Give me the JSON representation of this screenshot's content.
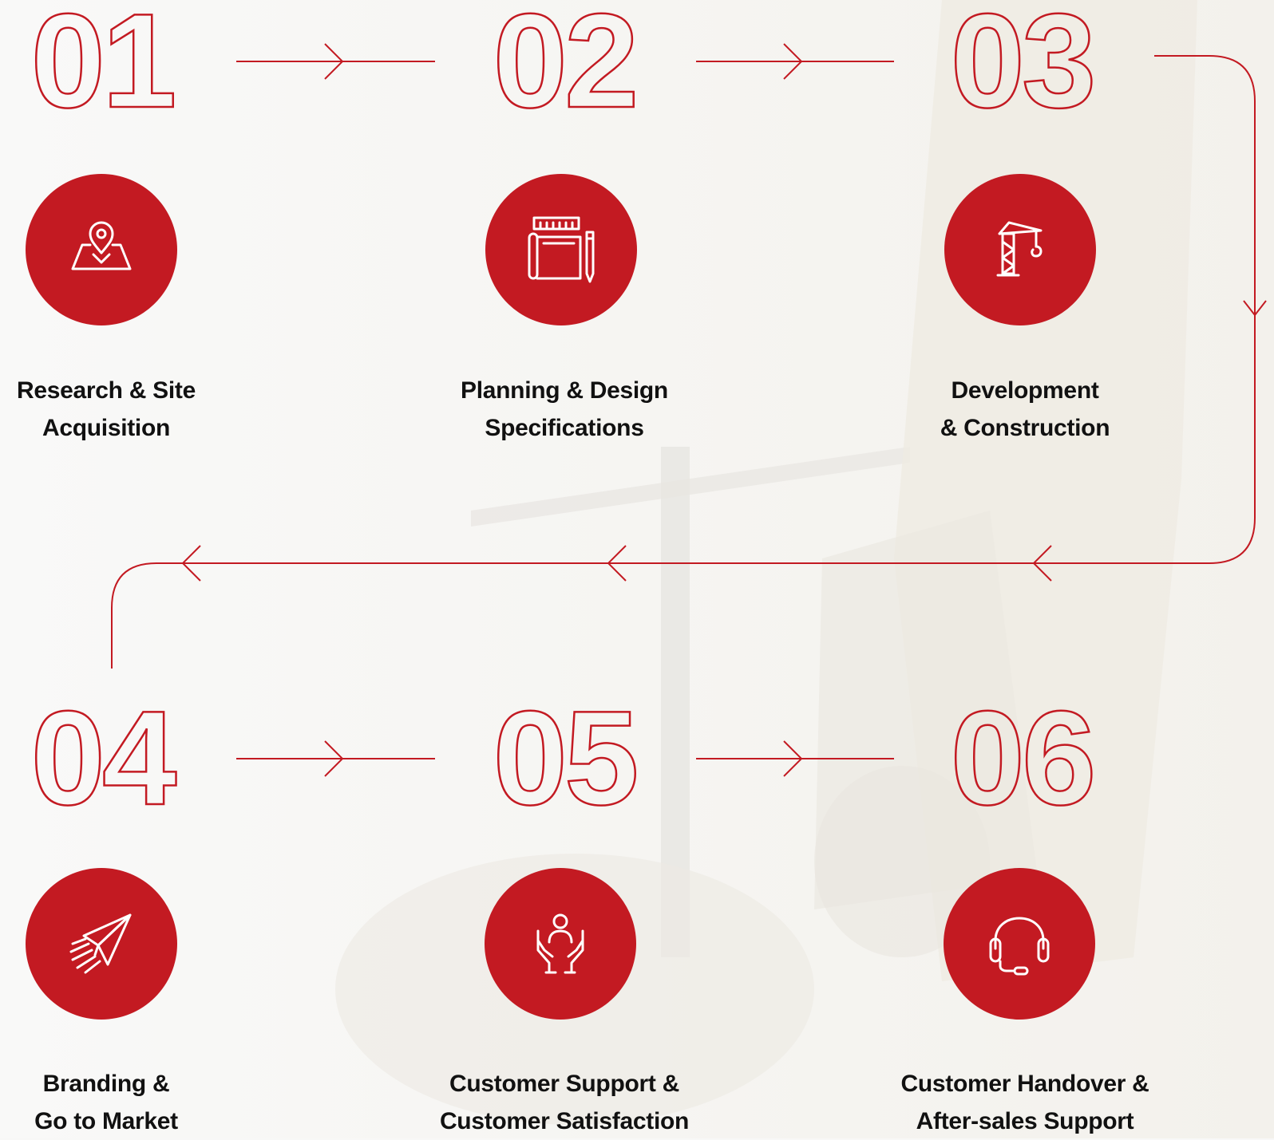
{
  "theme": {
    "accent": "#c31a22",
    "text": "#111111",
    "background": "#f8f8f7"
  },
  "steps": [
    {
      "number": "01",
      "icon": "map-pin-icon",
      "label_line1": "Research & Site",
      "label_line2": "Acquisition"
    },
    {
      "number": "02",
      "icon": "blueprint-icon",
      "label_line1": "Planning & Design",
      "label_line2": "Specifications"
    },
    {
      "number": "03",
      "icon": "crane-icon",
      "label_line1": "Development",
      "label_line2": "& Construction"
    },
    {
      "number": "04",
      "icon": "paper-plane-icon",
      "label_line1": "Branding &",
      "label_line2": "Go to Market"
    },
    {
      "number": "05",
      "icon": "care-hands-icon",
      "label_line1": "Customer Support &",
      "label_line2": "Customer Satisfaction"
    },
    {
      "number": "06",
      "icon": "headset-icon",
      "label_line1": "Customer Handover &",
      "label_line2": "After-sales Support"
    }
  ]
}
